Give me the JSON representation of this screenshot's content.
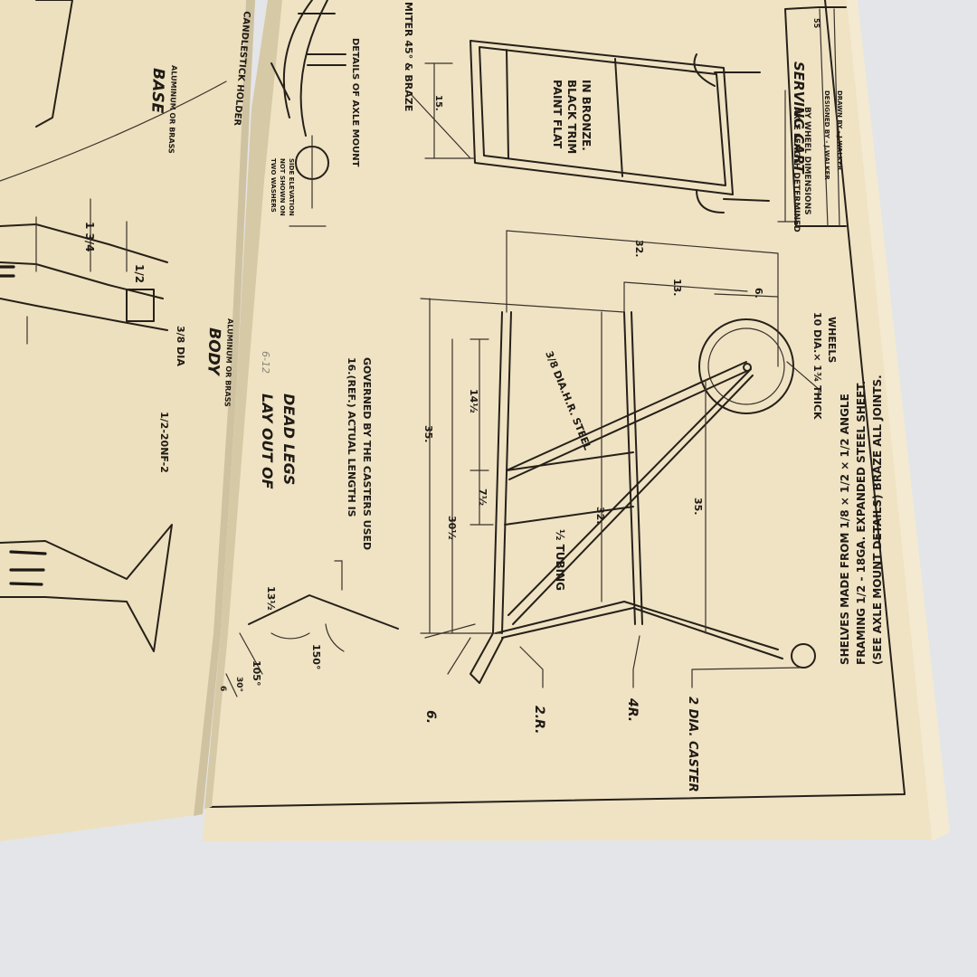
{
  "left_page": {
    "base_title": "BASE",
    "base_material": "ALUMINUM OR BRASS",
    "body_title": "BODY",
    "body_material": "ALUMINUM OR BRASS",
    "candlestick_label": "CANDLESTICK HOLDER",
    "dims": {
      "one_three_quarter": "1 3/4",
      "half": "1/2",
      "dia": "3/8 DIA",
      "thread": "1/2-20NF-2"
    }
  },
  "right_page": {
    "pencil_note": "6-12",
    "page_number": "55",
    "axle": {
      "title": "DETAILS OF AXLE MOUNT",
      "washer_note_1": "TWO WASHERS",
      "washer_note_2": "NOT SHOWN ON",
      "washer_note_3": "SIDE ELEVATION"
    },
    "dead_legs": {
      "title_1": "LAY OUT OF",
      "title_2": "DEAD LEGS",
      "note_1": "16.(REF.) ACTUAL LENGTH IS",
      "note_2": "GOVERNED BY THE CASTERS USED",
      "dim_13_half": "13½",
      "angle_105": "105°",
      "angle_150": "150°",
      "angle_30": "30°",
      "dim_6": "6"
    },
    "cart": {
      "dim_32_top": "32.",
      "dim_13": "13.",
      "dim_6": "6.",
      "dim_35_left": "35.",
      "dim_14_half": "14½",
      "dim_7_half": "7½",
      "dim_30_half": "30½",
      "dim_32_mid": "32.",
      "dim_35_mid": "35.",
      "steel_label": "3/8 DIA.H.R. STEEL",
      "tubing_label": "½ TUBING",
      "wheels_1": "10 DIA.× 1¾ THICK",
      "wheels_2": "WHEELS",
      "dim_6_bottom": "6.",
      "r2": "2.R.",
      "r4": "4R.",
      "caster": "2 DIA. CASTER"
    },
    "front_view": {
      "paint_1": "PAINT FLAT",
      "paint_2": "BLACK TRIM",
      "paint_3": "IN BRONZE.",
      "miter": "MITER 45° & BRAZE",
      "dim_15": "15.",
      "axle_1": "AXLE LENGTH DETERMINED",
      "axle_2": "BY WHEEL DIMENSIONS"
    },
    "title_block": {
      "title": "SERVING CART",
      "designed": "DESIGNED BY - J.WALKER",
      "drawn": "DRAWN BY - J.WALKER"
    },
    "notes": {
      "line_1": "SHELVES MADE FROM 1/8 × 1/2 × 1/2 ANGLE",
      "line_2": "FRAMING 1/2 - 18GA. EXPANDED STEEL SHEET.",
      "line_3": "(SEE AXLE MOUNT DETAILS) BRAZE ALL JOINTS."
    }
  }
}
